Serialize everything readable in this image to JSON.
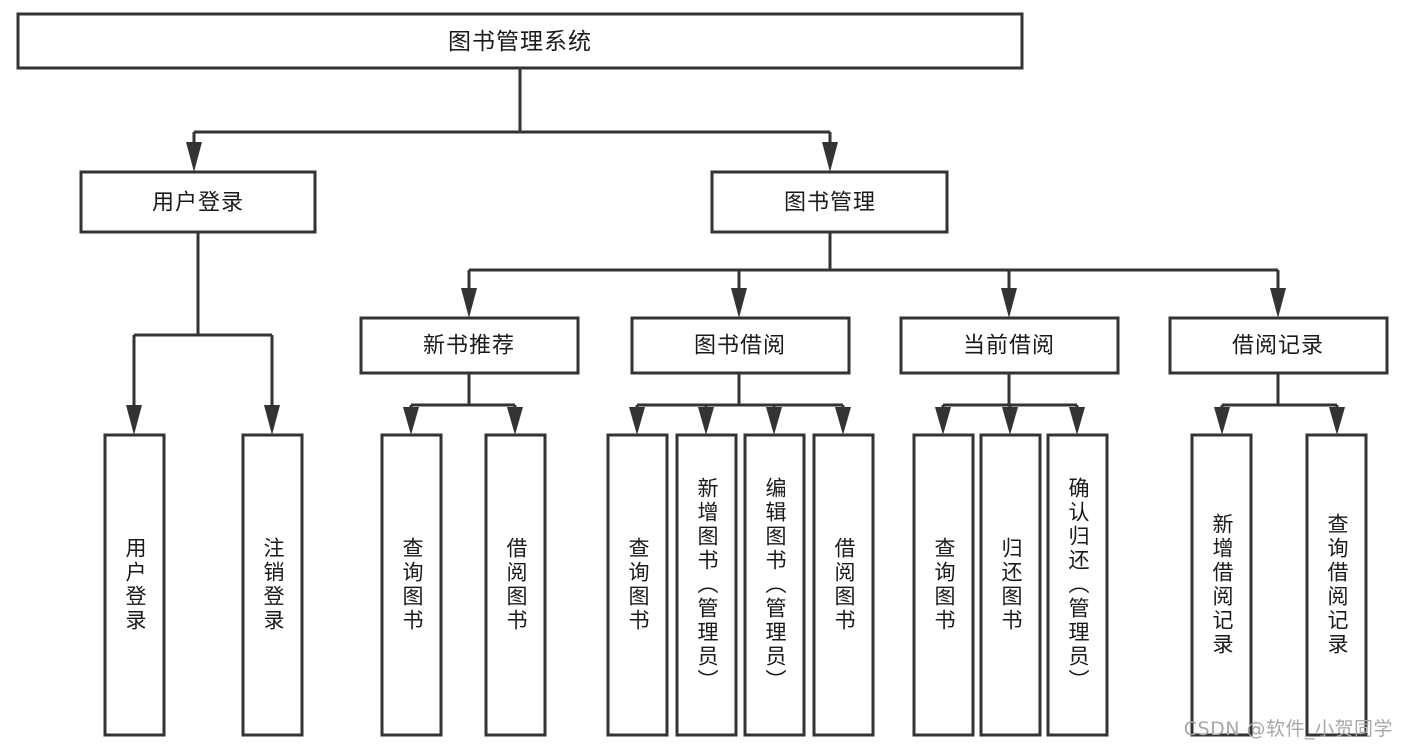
{
  "diagram": {
    "type": "tree-hierarchy",
    "title": "图书管理系统",
    "root": {
      "id": "root",
      "label": "图书管理系统",
      "orientation": "horizontal"
    },
    "level2": [
      {
        "id": "user-login",
        "label": "用户登录",
        "orientation": "horizontal"
      },
      {
        "id": "book-manage",
        "label": "图书管理",
        "orientation": "horizontal"
      }
    ],
    "level3": [
      {
        "id": "new-book-rec",
        "label": "新书推荐",
        "orientation": "horizontal",
        "parent": "book-manage"
      },
      {
        "id": "book-borrow",
        "label": "图书借阅",
        "orientation": "horizontal",
        "parent": "book-manage"
      },
      {
        "id": "current-borrow",
        "label": "当前借阅",
        "orientation": "horizontal",
        "parent": "book-manage"
      },
      {
        "id": "borrow-record",
        "label": "借阅记录",
        "orientation": "horizontal",
        "parent": "book-manage"
      }
    ],
    "leaves": [
      {
        "id": "leaf-user-login",
        "label": "用户登录",
        "parent": "user-login",
        "orientation": "vertical"
      },
      {
        "id": "leaf-user-logout",
        "label": "注销登录",
        "parent": "user-login",
        "orientation": "vertical"
      },
      {
        "id": "leaf-query-book-1",
        "label": "查询图书",
        "parent": "new-book-rec",
        "orientation": "vertical"
      },
      {
        "id": "leaf-borrow-book-1",
        "label": "借阅图书",
        "parent": "new-book-rec",
        "orientation": "vertical"
      },
      {
        "id": "leaf-query-book-2",
        "label": "查询图书",
        "parent": "book-borrow",
        "orientation": "vertical"
      },
      {
        "id": "leaf-add-book",
        "label": "新增图书（管理员）",
        "parent": "book-borrow",
        "orientation": "vertical"
      },
      {
        "id": "leaf-edit-book",
        "label": "编辑图书（管理员）",
        "parent": "book-borrow",
        "orientation": "vertical"
      },
      {
        "id": "leaf-borrow-book-2",
        "label": "借阅图书",
        "parent": "book-borrow",
        "orientation": "vertical"
      },
      {
        "id": "leaf-query-book-3",
        "label": "查询图书",
        "parent": "current-borrow",
        "orientation": "vertical"
      },
      {
        "id": "leaf-return-book",
        "label": "归还图书",
        "parent": "current-borrow",
        "orientation": "vertical"
      },
      {
        "id": "leaf-confirm-return",
        "label": "确认归还（管理员）",
        "parent": "current-borrow",
        "orientation": "vertical"
      },
      {
        "id": "leaf-add-record",
        "label": "新增借阅记录",
        "parent": "borrow-record",
        "orientation": "vertical"
      },
      {
        "id": "leaf-query-record",
        "label": "查询借阅记录",
        "parent": "borrow-record",
        "orientation": "vertical"
      }
    ],
    "colors": {
      "stroke": "#333333",
      "fill": "#ffffff",
      "text": "#1a1a1a",
      "watermark": "#a8a8a8"
    }
  },
  "watermark": {
    "text": "CSDN @软件_小贺同学"
  }
}
